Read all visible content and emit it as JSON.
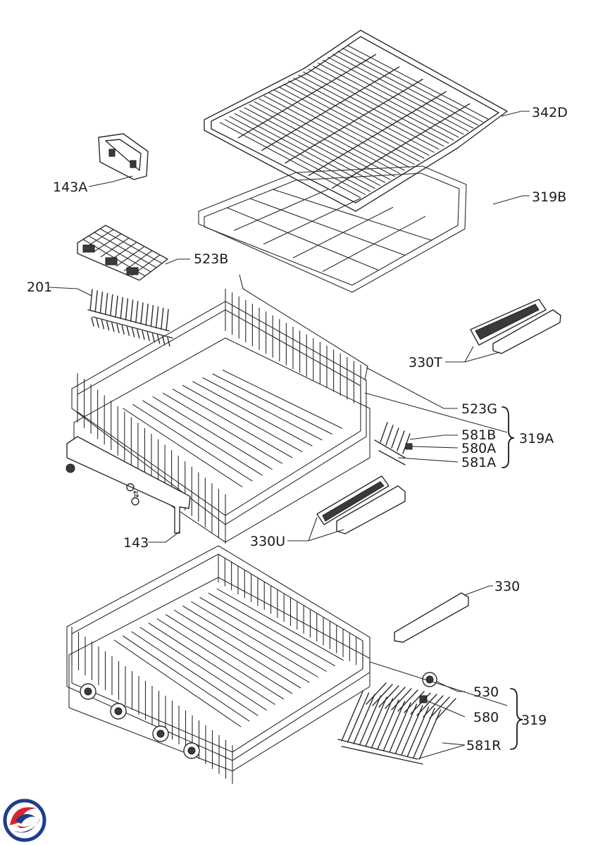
{
  "labels": {
    "l342D": "342D",
    "l319B": "319B",
    "l143A": "143A",
    "l523B": "523B",
    "l201": "201",
    "l330T": "330T",
    "l523G": "523G",
    "l581B": "581B",
    "l580A": "580A",
    "l581A": "581A",
    "l319A": "319A",
    "l143": "143",
    "l330U": "330U",
    "l330": "330",
    "l530": "530",
    "l580": "580",
    "l581R": "581R",
    "l319": "319"
  },
  "colors": {
    "line": "#2a2a2a",
    "logo_red": "#d7262e",
    "logo_blue": "#1f3d8c"
  },
  "logo": {
    "icon": "brand-logo-icon"
  }
}
